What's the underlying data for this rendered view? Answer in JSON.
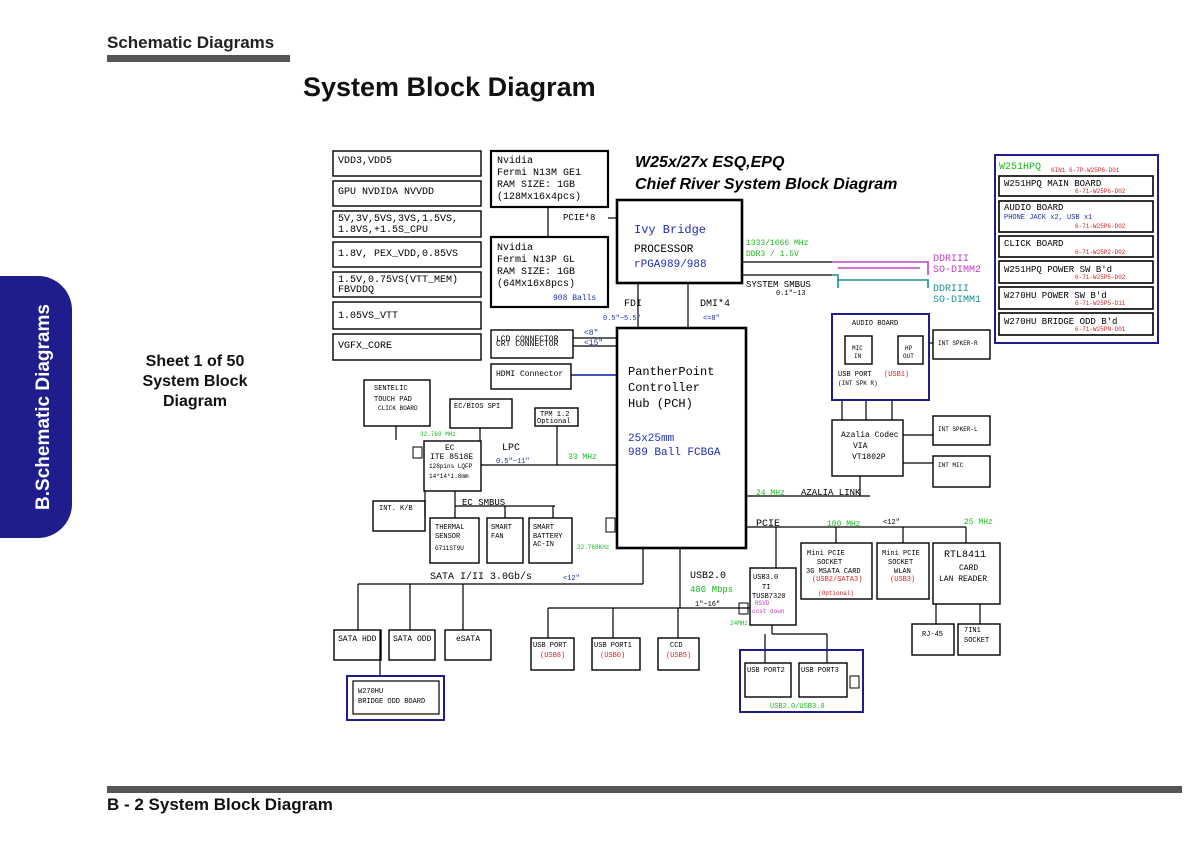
{
  "page": {
    "header": "Schematic  Diagrams",
    "title": "System Block Diagram",
    "side_tab": "B.Schematic Diagrams",
    "sheet": [
      "Sheet 1 of 50",
      "System Block",
      "Diagram"
    ],
    "footer": "B - 2   System Block Diagram"
  },
  "diagram": {
    "title_line1": "W25x/27x ESQ,EPQ",
    "title_line2": "Chief River System Block Diagram",
    "power_rails": [
      "VDD3,VDD5",
      "GPU NVDIDA  NVVDD",
      "5V,3V,5VS,3VS,1.5VS,",
      "1.8VS,+1.5S_CPU",
      "1.8V, PEX_VDD,0.85VS",
      "1.5V,0.75VS(VTT_MEM)",
      "FBVDDQ",
      "1.05VS_VTT",
      "VGFX_CORE"
    ],
    "gpu1": [
      "Nvidia",
      "Fermi N13M GE1",
      "RAM SIZE: 1GB",
      "(128Mx16x4pcs)"
    ],
    "gpu2": [
      "Nvidia",
      "Fermi N13P GL",
      "RAM SIZE: 1GB",
      "(64Mx16x8pcs)",
      "908 Balls"
    ],
    "pcie8": "PCIE*8",
    "cpu": [
      "Ivy Bridge",
      "PROCESSOR",
      "rPGA989/988"
    ],
    "ddr": [
      "1333/1666 MHz",
      "DDR3 / 1.5V"
    ],
    "dimm": [
      "DDRIII",
      "SO-DIMM2",
      "DDRIII",
      "SO-DIMM1"
    ],
    "smbus": [
      "SYSTEM SMBUS",
      "0.1\"~13"
    ],
    "fdi": [
      "FDI",
      "0.5\"~5.5\""
    ],
    "dmi": [
      "DMI*4",
      "<=8\""
    ],
    "lcd": [
      "LCD CONNECTOR",
      "CRT CONNECTOR",
      "<8\"",
      "<15\""
    ],
    "hdmi": "HDMI Connector",
    "pch": [
      "PantherPoint",
      "Controller",
      "Hub (PCH)",
      "25x25mm",
      "989 Ball FCBGA"
    ],
    "touchpad": [
      "SENTELIC",
      "TOUCH PAD",
      "CLICK BOARD"
    ],
    "ecbios": "EC/BIOS SPI",
    "tpm": [
      "TPM 1.2",
      "Optional"
    ],
    "ec": [
      "32.768 MHz",
      "EC",
      "ITE 8518E",
      "128pins LQFP",
      "14*14*1.8mm"
    ],
    "lpc": [
      "LPC",
      "0.5\"~11\"",
      "33 MHz"
    ],
    "kb": "INT. K/B",
    "ec_smbus": "EC SMBUS",
    "thermal": [
      "THERMAL",
      "SENSOR",
      "G711ST9U"
    ],
    "fan": [
      "SMART",
      "FAN"
    ],
    "battery": [
      "SMART",
      "BATTERY",
      "AC-IN",
      "32.768KHz"
    ],
    "sata": [
      "SATA I/II 3.0Gb/s",
      "<12\"",
      "SATA HDD",
      "SATA ODD",
      "eSATA"
    ],
    "bridge_odd": [
      "W270HU",
      "BRIDGE ODD BOARD"
    ],
    "usb2": [
      "USB2.0",
      "480 Mbps",
      "1\"~16\""
    ],
    "usb_ports": [
      [
        "USB PORT",
        "(USB8)"
      ],
      [
        "USB PORT1",
        "(USB0)"
      ],
      [
        "CCD",
        "(USB5)"
      ]
    ],
    "usb3chip": [
      "USB3.0",
      "TI",
      "TUSB7320",
      "RSVD",
      "cost down",
      "24MHz"
    ],
    "usb3ports": [
      "USB PORT2",
      "USB PORT3",
      "USB2.0/USB3.0"
    ],
    "audio": [
      "AUDIO BOARD",
      "MIC",
      "IN",
      "HP",
      "OUT",
      "USB PORT",
      "(USB1)",
      "(INT SPK R)",
      "INT SPKER-R"
    ],
    "codec": [
      "Azalia Codec",
      "VIA",
      "VT1802P",
      "INT SPKER-L",
      "INT MIC"
    ],
    "azalia": [
      "24 MHz",
      "AZALIA LINK"
    ],
    "pcie": [
      "PCIE",
      "100 MHz",
      "<12\"",
      "25 MHz"
    ],
    "minipcie1": [
      "Mini PCIE",
      "SOCKET",
      "3G MSATA CARD",
      "(USB2/SATA3)",
      "(Optional)"
    ],
    "minipcie2": [
      "Mini PCIE",
      "SOCKET",
      "WLAN",
      "(USB3)"
    ],
    "rtl": [
      "RTL8411",
      "CARD",
      "LAN READER",
      "RJ-45",
      "7IN1",
      "SOCKET"
    ],
    "boards": {
      "title": "W251HPQ",
      "code": "6IN1  6-7P-W25P6-D01",
      "items": [
        [
          "W251HPQ MAIN BOARD",
          "6-71-W25P6-D02"
        ],
        [
          "AUDIO BOARD",
          "PHONE JACK x2, USB x1",
          "6-71-W25P6-D02"
        ],
        [
          "CLICK BOARD",
          "6-71-W25P2-D02"
        ],
        [
          "W251HPQ POWER SW B'd",
          "6-71-W25P5-D02"
        ],
        [
          "W270HU POWER SW B'd",
          "6-71-W25P5-D11"
        ],
        [
          "W270HU BRIDGE ODD B'd",
          "6-71-W25PN-D01"
        ]
      ]
    },
    "colors": {
      "blue": "#1c2fb5",
      "green": "#19b81e",
      "red": "#d22",
      "magenta": "#c040c0",
      "frame": "#1f1c8e"
    }
  }
}
